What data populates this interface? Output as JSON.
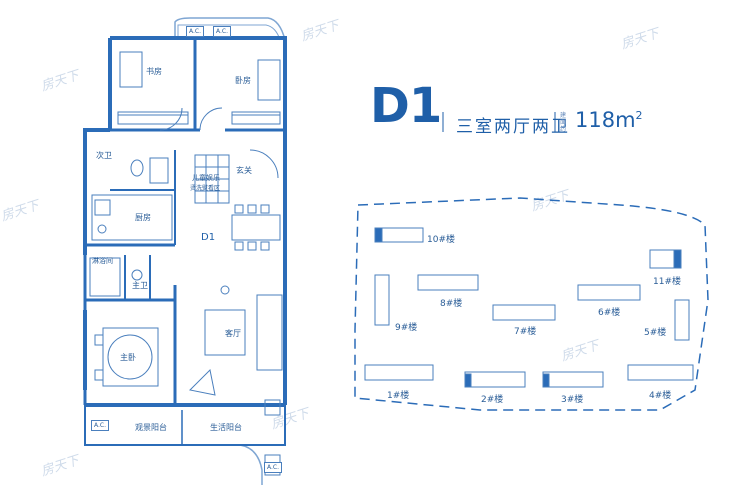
{
  "plan": {
    "code": "D1",
    "layout": "三室两厅两卫",
    "area_tag": "建面约",
    "area_value": "118m",
    "area_sup": "2"
  },
  "rooms": {
    "study": "书房",
    "bedroom": "卧房",
    "sub_bath": "次卫",
    "kids_area": "儿童娱乐",
    "kids_area2": "烫洗熨看区",
    "entry": "玄关",
    "kitchen": "厨房",
    "plan_tag": "D1",
    "shower": "淋浴间",
    "master_bath": "主卫",
    "master_bed": "主卧",
    "living": "客厅",
    "view_balcony": "观景阳台",
    "service_balcony": "生活阳台"
  },
  "ac_labels": [
    "A.C.",
    "A.C.",
    "A.C.",
    "A.C."
  ],
  "site": {
    "buildings": [
      "10#楼",
      "11#楼",
      "8#楼",
      "6#楼",
      "7#楼",
      "9#楼",
      "5#楼",
      "1#楼",
      "2#楼",
      "3#楼",
      "4#楼"
    ]
  },
  "watermarks": [
    "房天下",
    "房天下",
    "房天下",
    "房天下",
    "房天下",
    "房天下",
    "房天下",
    "房天下"
  ],
  "colors": {
    "primary": "#1f5fa8",
    "wall": "#2b6cb8",
    "watermark": "#cfdbea"
  }
}
